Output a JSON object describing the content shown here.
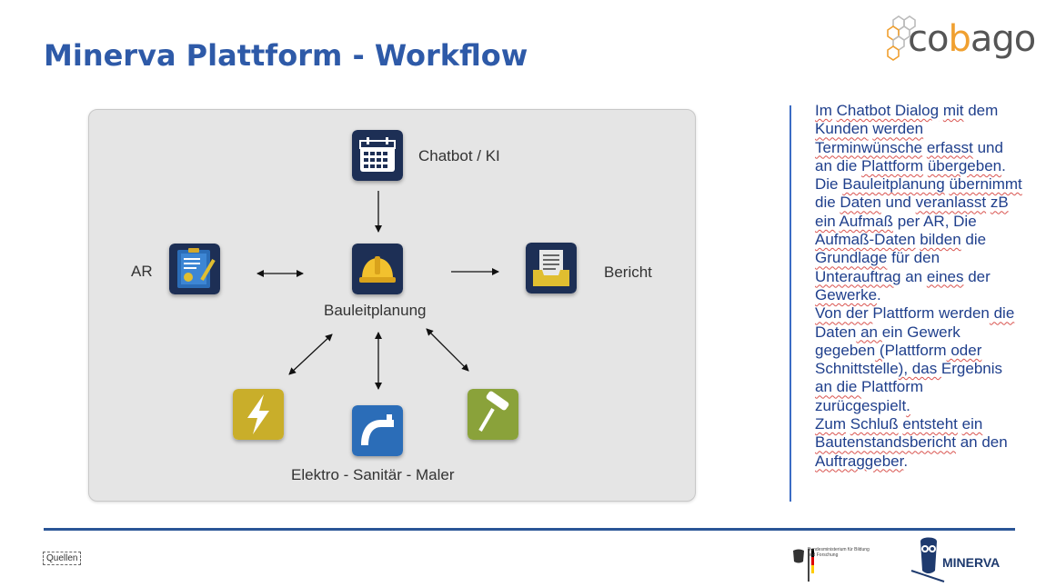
{
  "slide": {
    "title": "Minerva Plattform - Workflow"
  },
  "logo": {
    "brand": "cobago"
  },
  "diagram": {
    "nodes": {
      "chatbot": {
        "label": "Chatbot / KI",
        "icon": "calendar-icon"
      },
      "ar": {
        "label": "AR",
        "icon": "clipboard-pen-icon"
      },
      "center": {
        "label": "Bauleitplanung",
        "icon": "hardhat-icon"
      },
      "bericht": {
        "label": "Bericht",
        "icon": "document-tray-icon"
      },
      "trades": {
        "label": "Elektro - Sanitär - Maler",
        "icons": [
          "lightning-icon",
          "faucet-icon",
          "paint-roller-icon"
        ]
      }
    },
    "colors": {
      "panel": "#e5e5e5",
      "icon_navy": "#1d2f55",
      "icon_blue": "#2b6db8",
      "icon_yellow": "#e0be30",
      "icon_green": "#8aa23a"
    }
  },
  "side_text": [
    "Im",
    " ",
    "Chatbot Dialog",
    " ",
    "mit",
    " dem ",
    "Kunden",
    " ",
    "werden",
    " ",
    "Terminwünsche",
    " ",
    "erfasst",
    " und an die ",
    "Plattform",
    " ",
    "übergeben",
    ". Die ",
    "Bauleitplanung",
    " ",
    "übernimmt",
    " die ",
    "Daten",
    " und ",
    "veranlasst",
    " ",
    "zB",
    " ",
    "ein",
    " ",
    "Aufmaß",
    " per AR, Die ",
    "Aufmaß-Daten",
    " ",
    "bilden",
    " die ",
    "Grundlage",
    " für den ",
    "Unterauftrag",
    " an ",
    "eines",
    " der ",
    "Gewerke",
    ".",
    "\nVon der ",
    "Plattform",
    " ",
    "werden",
    " die ",
    "Daten",
    " an ",
    "ein",
    " ",
    "Gewerk",
    " ",
    "gegeben",
    " (",
    "Plattform",
    " oder ",
    "Schnittstelle",
    "), das ",
    "Ergebnis",
    " an die ",
    "Plattform",
    " ",
    "zurücgespielt",
    ".",
    "\n",
    "Zum",
    " ",
    "Schluß",
    " ",
    "entsteht",
    " ",
    "ein",
    " ",
    "Bautenstandsbericht",
    " an den ",
    "Auftraggeber",
    "."
  ],
  "side_text_underlined": [
    0,
    2,
    4,
    6,
    8,
    10,
    12,
    14,
    16,
    18,
    20,
    22,
    24,
    26,
    28,
    30,
    32,
    34,
    36,
    38,
    40,
    42,
    44,
    46,
    48,
    50,
    52,
    54,
    56,
    58,
    60,
    62,
    64,
    66,
    68,
    70,
    72,
    74,
    76,
    78,
    80,
    82,
    84
  ],
  "footer": {
    "quellen": "Quellen",
    "minerva": "MINERVA",
    "ministry": "Bundesministerium für Bildung und Forschung"
  }
}
